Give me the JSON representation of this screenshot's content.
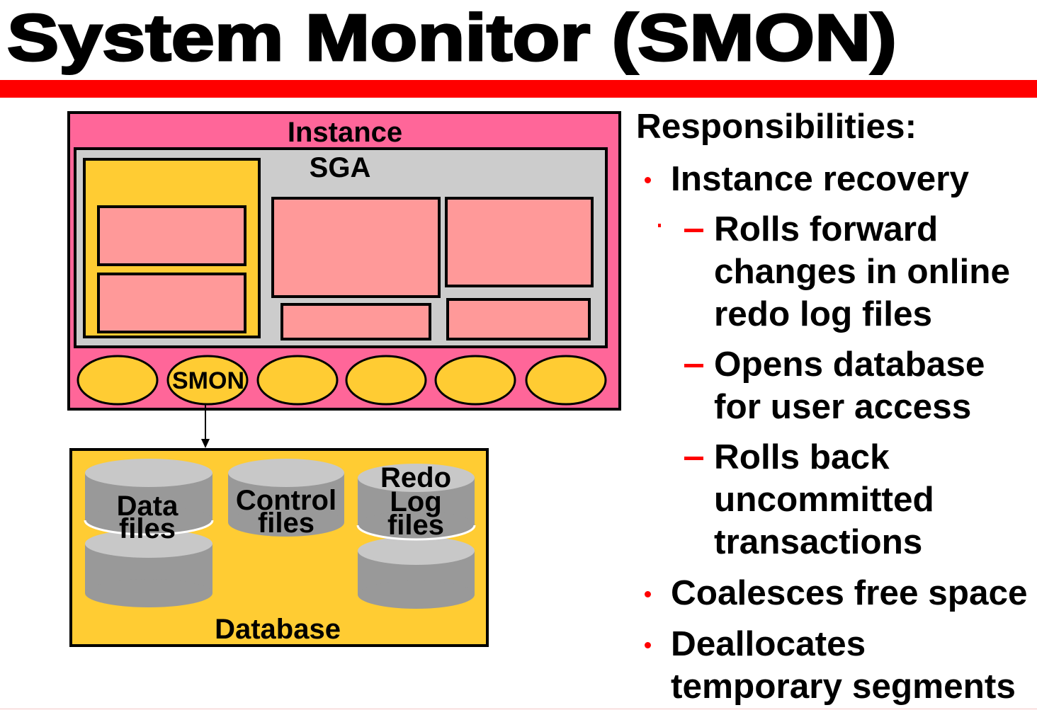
{
  "slide": {
    "title": "System Monitor (SMON)"
  },
  "diagram": {
    "instance_label": "Instance",
    "sga_label": "SGA",
    "smon_label": "SMON",
    "database_label": "Database",
    "data_files": [
      "Data",
      "files"
    ],
    "control_files": [
      "Control",
      "files"
    ],
    "redo_log_files": [
      "Redo",
      "Log",
      "files"
    ]
  },
  "responsibilities": {
    "heading": "Responsibilities:",
    "items": [
      {
        "text": "Instance recovery",
        "subitems": [
          "Rolls forward changes in online redo log files",
          "Opens database for user access",
          "Rolls back uncommitted transactions"
        ]
      },
      {
        "text": "Coalesces free space"
      },
      {
        "text": "Deallocates temporary segments"
      }
    ]
  },
  "colors": {
    "accent_red": "#ff0000",
    "instance_pink": "#ff6699",
    "sga_gray": "#cccccc",
    "process_yellow": "#ffcc33",
    "memory_block_pink": "#ff9999",
    "file_gray": "#999999",
    "file_top_gray": "#c8c8c8"
  }
}
